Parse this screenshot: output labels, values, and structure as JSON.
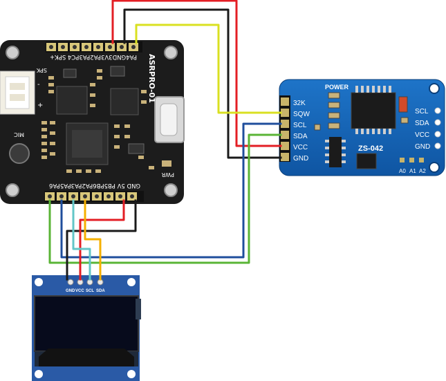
{
  "asrpro": {
    "model": "ASRPRO-01",
    "top_header": "PA4GND3V3PA2PA3PC4 SPK+",
    "bottom_header": "GND 5V PB5PB6PA2PA3PA5PA6",
    "spk_label": "SPK",
    "mic_label": "MIC",
    "pwr_label": "PWR",
    "plus_sign": "+",
    "minus_sign": "-"
  },
  "rtc": {
    "model": "ZS-042",
    "power_label": "POWER",
    "left_pins": [
      "32K",
      "SQW",
      "SCL",
      "SDA",
      "VCC",
      "GND"
    ],
    "right_pins": [
      "SCL",
      "SDA",
      "VCC",
      "GND"
    ],
    "addr_pins": [
      "A0",
      "A1",
      "A2"
    ]
  },
  "oled": {
    "pins": [
      "GND",
      "VCC",
      "SCL",
      "SDA"
    ]
  },
  "colors": {
    "red": "#e31e24",
    "black": "#1a1a1a",
    "yellow": "#d9e021",
    "blue": "#1f4e9c",
    "green": "#5ab436",
    "cyan": "#62c6c7",
    "gold": "#f5b000",
    "rtc_board": "#1565b8",
    "asr_board": "#1c1c1c"
  }
}
